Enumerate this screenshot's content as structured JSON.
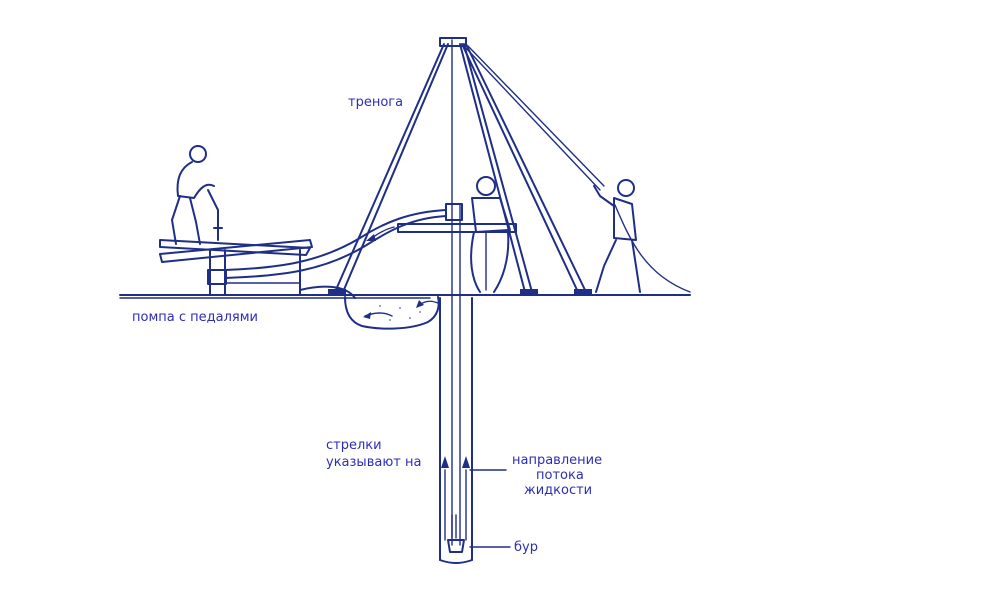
{
  "labels": {
    "tripod": "тренога",
    "pump": "помпа с педалями",
    "arrows_line1": "стрелки",
    "arrows_line2": "указывают на",
    "flow_line1": "направление",
    "flow_line2": "потока",
    "flow_line3": "жидкости",
    "drill": "бур"
  },
  "colors": {
    "label": "#2d2db8",
    "ink": "#1f2f86"
  }
}
